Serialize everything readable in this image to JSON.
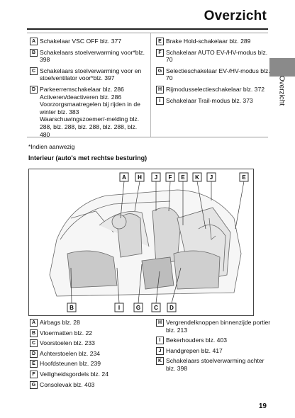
{
  "header": {
    "title": "Overzicht",
    "side_tab": "Overzicht"
  },
  "top_left_items": [
    {
      "key": "A",
      "text": "Schakelaar VSC OFF blz. 377"
    },
    {
      "key": "B",
      "text": "Schakelaars stoelverwarming voor*blz. 398"
    },
    {
      "key": "C",
      "text": "Schakelaars stoelverwarming voor en stoelventilator voor*blz. 397"
    },
    {
      "key": "D",
      "text": "Parkeerremschakelaar blz. 286 Activeren/deactiveren blz. 286 Voorzorgsmaatregelen bij rijden in de winter blz. 383 Waarschuwingszoemer/-melding blz. 288, blz. 288, blz. 288, blz. 288, blz. 480"
    }
  ],
  "top_right_items": [
    {
      "key": "E",
      "text": "Brake Hold-schakelaar blz. 289"
    },
    {
      "key": "F",
      "text": "Schakelaar AUTO EV-/HV-modus blz. 70"
    },
    {
      "key": "G",
      "text": "Selectieschakelaar EV-/HV-modus blz. 70"
    },
    {
      "key": "H",
      "text": "Rijmodusselectieschakelaar blz. 372"
    },
    {
      "key": "I",
      "text": "Schakelaar Trail-modus blz. 373"
    }
  ],
  "footnote": "*Indien aanwezig",
  "section_heading": "Interieur (auto's met rechtse besturing)",
  "diagram_callouts_top": [
    "A",
    "H",
    "J",
    "F",
    "E",
    "K",
    "J",
    "E"
  ],
  "diagram_callouts_bottom": [
    "B",
    "I",
    "G",
    "C",
    "D"
  ],
  "bottom_left_items": [
    {
      "key": "A",
      "text": "Airbags blz. 28"
    },
    {
      "key": "B",
      "text": "Vloermatten blz. 22"
    },
    {
      "key": "C",
      "text": "Voorstoelen blz. 233"
    },
    {
      "key": "D",
      "text": "Achterstoelen blz. 234"
    },
    {
      "key": "E",
      "text": "Hoofdsteunen blz. 239"
    },
    {
      "key": "F",
      "text": "Veiligheidsgordels blz. 24"
    },
    {
      "key": "G",
      "text": "Consolevak blz. 403"
    }
  ],
  "bottom_right_items": [
    {
      "key": "H",
      "text": "Vergrendelknoppen binnenzijde portier blz. 213"
    },
    {
      "key": "I",
      "text": "Bekerhouders blz. 403"
    },
    {
      "key": "J",
      "text": "Handgrepen blz. 417"
    },
    {
      "key": "K",
      "text": "Schakelaars stoelverwarming achter blz. 398"
    }
  ],
  "page_number": "19"
}
